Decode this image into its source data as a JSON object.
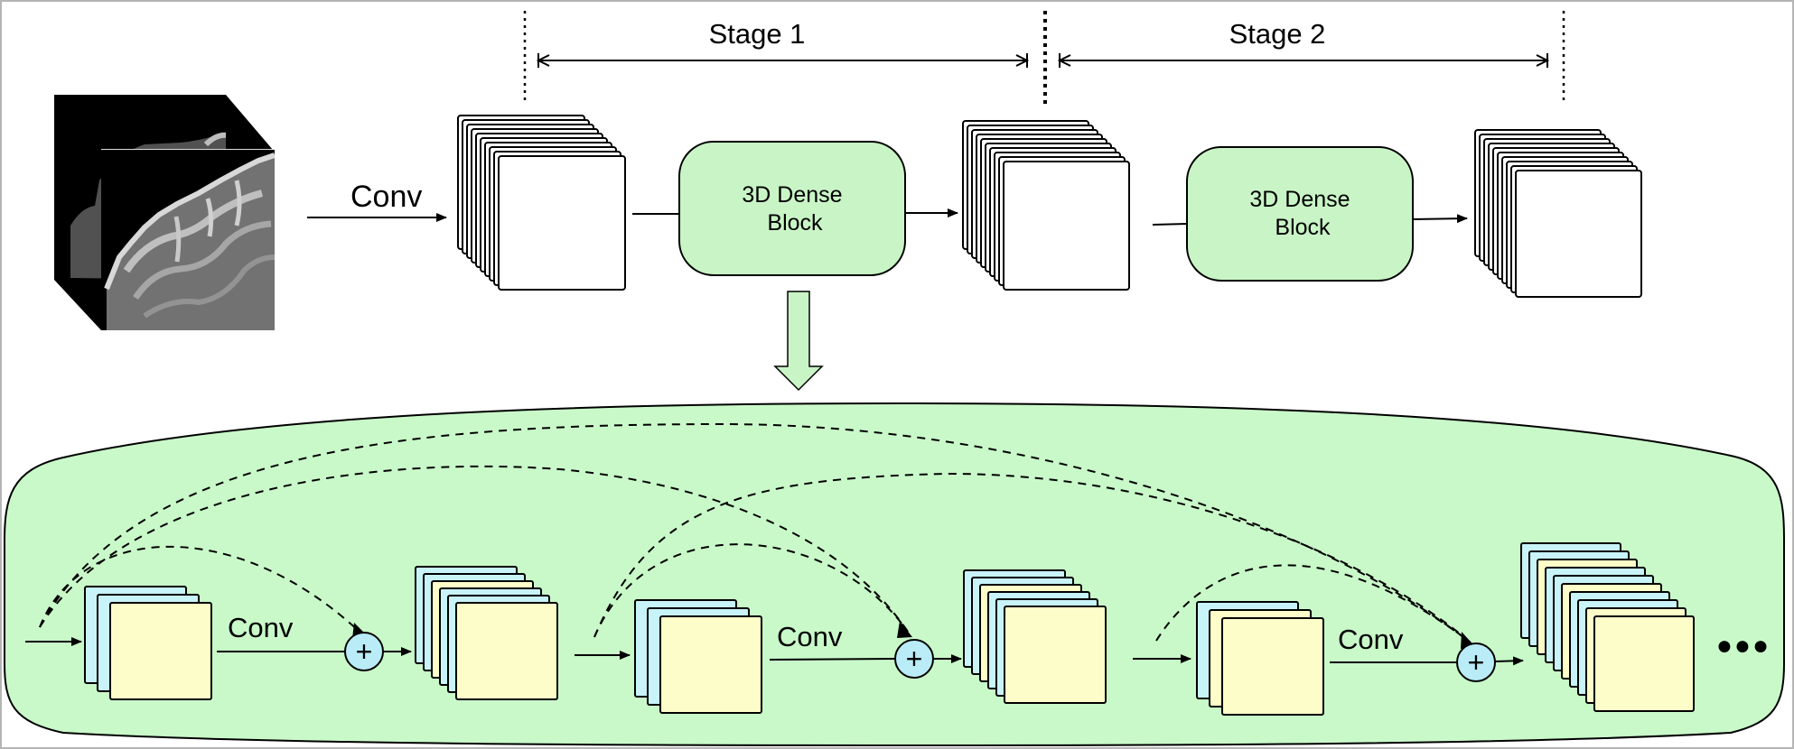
{
  "labels": {
    "stage1": "Stage 1",
    "stage2": "Stage 2",
    "conv_top": "Conv",
    "dense_block_1_line1": "3D Dense",
    "dense_block_1_line2": "Block",
    "dense_block_2_line1": "3D Dense",
    "dense_block_2_line2": "Block",
    "conv_bottom_1": "Conv",
    "conv_bottom_2": "Conv",
    "conv_bottom_3": "Conv",
    "plus_1": "+",
    "plus_2": "+",
    "plus_3": "+",
    "ellipsis": "●●●"
  },
  "colors": {
    "dense_block_fill": "#c9f5c6",
    "panel_fill": "#c9f9c9",
    "cyan_map": "#c8f3f8",
    "yellow_map": "#fdfdc9",
    "plus_fill": "#b9ecf7",
    "stroke": "#000000"
  }
}
